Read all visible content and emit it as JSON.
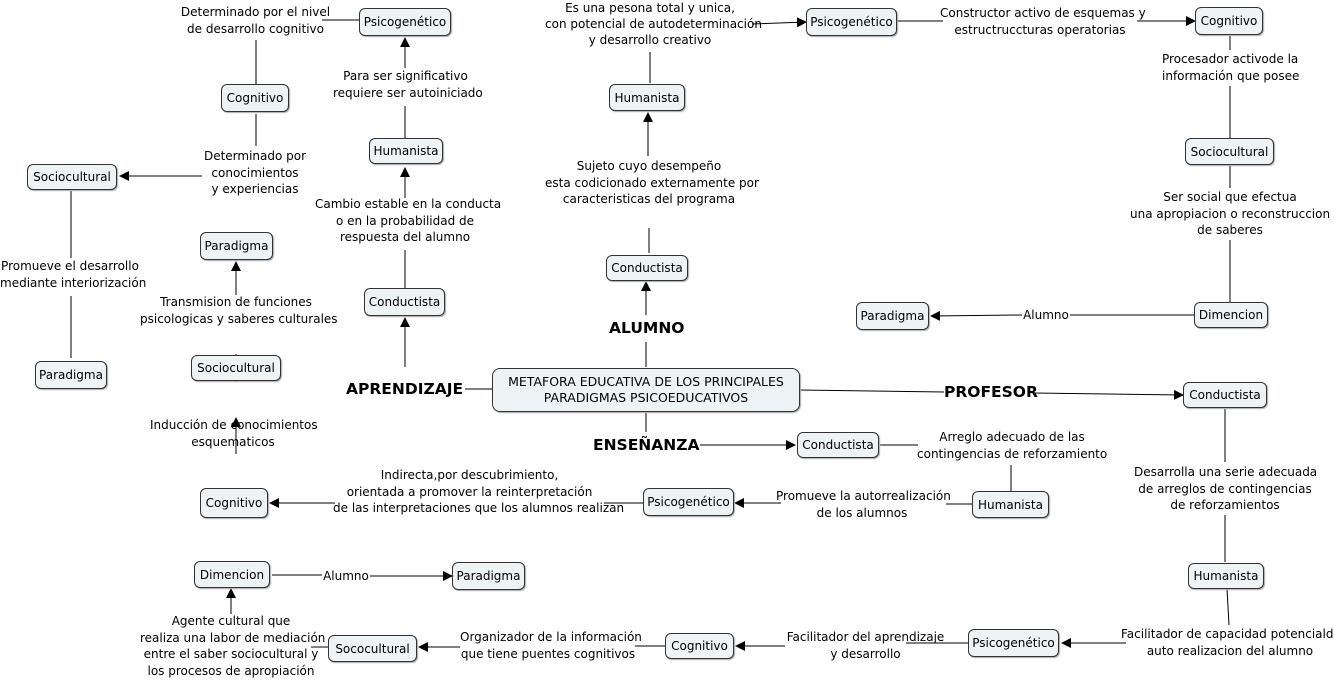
{
  "center": "METAFORA EDUCATIVA DE LOS PRINCIPALES PARADIGMAS PSICOEDUCATIVOS",
  "branches": {
    "alumno": "ALUMNO",
    "aprendizaje": "APRENDIZAJE",
    "profesor": "PROFESOR",
    "ensenanza": "ENSEÑANZA"
  },
  "nodes": {
    "psi1": "Psicogenético",
    "cog1": "Cognitivo",
    "soc1": "Sociocultural",
    "par1": "Paradigma",
    "hum1": "Humanista",
    "cond1": "Conductista",
    "par2": "Paradigma",
    "soc2": "Sociocultural",
    "cog2": "Cognitivo",
    "dim1": "Dimencion",
    "par3": "Paradigma",
    "soc3": "Sococultural",
    "hum2": "Humanista",
    "psi2": "Psicogenético",
    "cond2": "Conductista",
    "cog3": "Cognitivo",
    "soc4": "Sociocultural",
    "par4": "Paradigma",
    "dim2": "Dimencion",
    "cond3": "Conductista",
    "hum3": "Humanista",
    "psi3": "Psicogenético",
    "cog4": "Cognitivo",
    "cond4": "Conductista",
    "psi4": "Psicogenético",
    "hum4": "Humanista"
  },
  "labels": {
    "l_nivel": "Determinado por el nivel\nde desarrollo cognitivo",
    "l_signif": "Para ser significativo\nrequiere ser autoiniciado",
    "l_conoc": "Determinado por\nconocimientos\ny experiencias",
    "l_cambio": "Cambio estable en la conducta\no en la probabilidad de\nrespuesta del alumno",
    "l_promueve": "Promueve el desarrollo\nmediante interiorización",
    "l_transm": "Transmision de funciones\npsicologicas y saberes culturales",
    "l_induc": "Inducción de conocimientos\nesquematicos",
    "l_alumno1": "Alumno",
    "l_agente": "Agente cultural que\nrealiza una labor de mediación\nentre el saber sociocultural y\nlos procesos de apropiación",
    "l_persona": "Es una pesona total y unica,\ncon potencial de autodeterminación\ny desarrollo creativo",
    "l_sujeto": "Sujeto cuyo desempeño\nesta codicionado externamente por\ncaracteristicas del programa",
    "l_constr": "Constructor activo de esquemas y\nestructruccturas operatorias",
    "l_proces": "Procesador activode la\ninformación que posee",
    "l_social": "Ser social que efectua\nuna apropiacion o reconstruccion\nde saberes",
    "l_alumno2": "Alumno",
    "l_arreglo": "Arreglo adecuado de las\ncontingencias de reforzamiento",
    "l_autorr": "Promueve la autorrealización\nde los alumnos",
    "l_indir": "Indirecta,por descubrimiento,\norientada a promover la reinterpretación\nde las interpretaciones que los alumnos realizan",
    "l_desarr": "Desarrolla una serie adecuada\nde arreglos de contingencias\nde reforzamientos",
    "l_facil1": "Facilitador de capacidad potencialde\nauto realizacion del alumno",
    "l_facil2": "Facilitador del aprendizaje\ny desarrollo",
    "l_organ": "Organizador de la información\nque tiene puentes cognitivos"
  }
}
